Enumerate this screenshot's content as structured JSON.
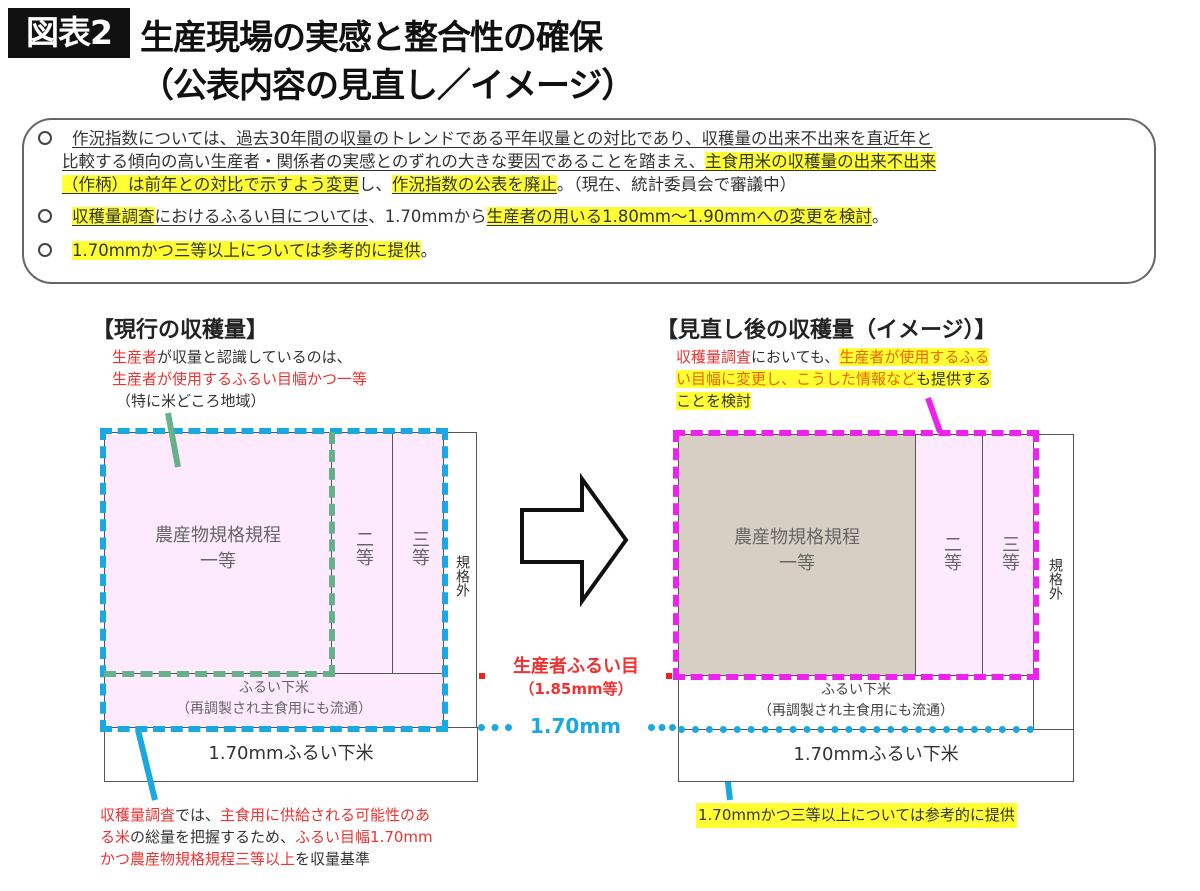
{
  "figure": {
    "tag": "図表2",
    "title_line1": "生産現場の実感と整合性の確保",
    "title_line2": "（公表内容の見直し／イメージ）"
  },
  "notes": {
    "item1": {
      "part1": "作況指数については、過去30年間の収量のトレンドである平年収量との対比であり、",
      "part2": "収穫量の出来不出来を直近年と",
      "part3": "比較する傾向の高い生産者・関係者の実感とのずれの大きな要因であることを踏まえ、",
      "part4": "主食用米の収穫量の出来不出来",
      "part5": "（作柄）は前年との対比で示すよう変更",
      "part6": "し、",
      "part7": "作況指数の公表を廃止",
      "part8": "。（現在、統計委員会で審議中）"
    },
    "item2": {
      "part1": "収穫量調査",
      "part2": "におけるふるい目については",
      "part3": "、1.70mmから",
      "part4": "生産者の用いる1.80mm～1.90mmへの変更を検討",
      "part5": "。"
    },
    "item3": {
      "part1": "1.70mmかつ三等以上については参考的に提供",
      "part2": "。"
    }
  },
  "left_diagram": {
    "heading": "【現行の収穫量】",
    "caption": {
      "l1_red": "生産者",
      "l1_rest": "が収量と認識しているのは、",
      "l2_red": "生産者が使用するふるい目幅かつ一等",
      "l3": "（特に米どころ地域）"
    },
    "grade1": [
      "農産物規格規程",
      "一等"
    ],
    "grade2": "二等",
    "grade3": "三等",
    "out_of_spec": "規格外",
    "sifted_under": [
      "ふるい下米",
      "（再調製され主食用にも流通）"
    ],
    "under_170": "1.70mmふるい下米",
    "bottom_caption": {
      "a_red": "収穫量調査",
      "b": "では、",
      "c_red": "主食用に供給される可能性のあ",
      "d_red": "る米",
      "e": "の総量を把握するため、",
      "f_red": "ふるい目幅1.70mm",
      "g_red": "かつ農産物規格規程三等以上",
      "h": "を収量基準"
    }
  },
  "middle": {
    "arrow_icon": "right-arrow",
    "producer_sieve": "生産者ふるい目",
    "producer_sieve_value": "（1.85mm等）",
    "line_170": "1.70mm"
  },
  "right_diagram": {
    "heading": "【見直し後の収穫量（イメージ）】",
    "caption": {
      "a_red": "収穫量調査",
      "b": "においても、",
      "c_orange": "生産者が使用するふる",
      "d_orange": "い目幅に変更し、こうした情報など",
      "e": "も提供する",
      "f": "ことを検討"
    },
    "grade1": [
      "農産物規格規程",
      "一等"
    ],
    "grade2": "二等",
    "grade3": "三等",
    "out_of_spec": "規格外",
    "sifted_under": [
      "ふるい下米",
      "（再調製され主食用にも流通）"
    ],
    "under_170": "1.70mmふるい下米",
    "bottom_caption": "1.70mmかつ三等以上については参考的に提供"
  },
  "colors": {
    "current_boundary": "#1aa8e0",
    "producer_boundary": "#66b08a",
    "revised_boundary": "#ee22ee",
    "highlight": "#ffff33",
    "emphasis_red": "#ee3333"
  }
}
